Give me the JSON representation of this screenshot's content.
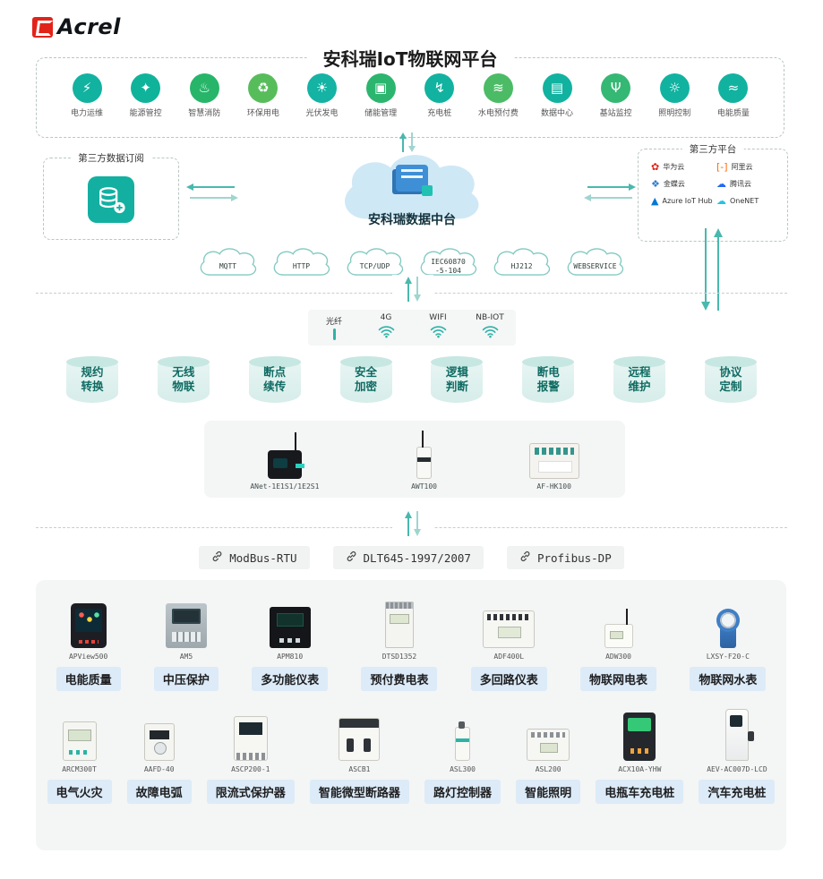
{
  "logo": {
    "brand": "Acrel"
  },
  "title": "安科瑞IoT物联网平台",
  "platform_icons": [
    {
      "label": "电力运维",
      "glyph": "⚡",
      "color": "#12b2a0"
    },
    {
      "label": "能源管控",
      "glyph": "✦",
      "color": "#0fb39a"
    },
    {
      "label": "智慧消防",
      "glyph": "♨",
      "color": "#27b56a"
    },
    {
      "label": "环保用电",
      "glyph": "♻",
      "color": "#57bd5b"
    },
    {
      "label": "光伏发电",
      "glyph": "☀",
      "color": "#14b3a4"
    },
    {
      "label": "储能管理",
      "glyph": "▣",
      "color": "#2cb56e"
    },
    {
      "label": "充电桩",
      "glyph": "↯",
      "color": "#12b2a0"
    },
    {
      "label": "水电预付费",
      "glyph": "≋",
      "color": "#4cbb66"
    },
    {
      "label": "数据中心",
      "glyph": "▤",
      "color": "#12b2a0"
    },
    {
      "label": "基站监控",
      "glyph": "Ψ",
      "color": "#35b874"
    },
    {
      "label": "照明控制",
      "glyph": "☼",
      "color": "#12b2a0"
    },
    {
      "label": "电能质量",
      "glyph": "≈",
      "color": "#12b2a0"
    }
  ],
  "left_box": {
    "title": "第三方数据订阅"
  },
  "center": {
    "label": "安科瑞数据中台"
  },
  "right_box": {
    "title": "第三方平台",
    "platforms": [
      {
        "name": "华为云",
        "glyph": "✿",
        "color": "#e2231a"
      },
      {
        "name": "阿里云",
        "glyph": "[-]",
        "color": "#ff6a00"
      },
      {
        "name": "金蝶云",
        "glyph": "❖",
        "color": "#2e7dd2"
      },
      {
        "name": "腾讯云",
        "glyph": "☁",
        "color": "#2468f2"
      },
      {
        "name": "Azure IoT Hub",
        "glyph": "▲",
        "color": "#0078d4"
      },
      {
        "name": "OneNET",
        "glyph": "☁",
        "color": "#22c3e6"
      }
    ]
  },
  "protocol_clouds": [
    {
      "lines": [
        "MQTT",
        ""
      ]
    },
    {
      "lines": [
        "HTTP",
        ""
      ]
    },
    {
      "lines": [
        "TCP/UDP",
        ""
      ]
    },
    {
      "lines": [
        "IEC60870",
        "-5-104"
      ]
    },
    {
      "lines": [
        "HJ212",
        ""
      ]
    },
    {
      "lines": [
        "WEBSERVICE",
        ""
      ]
    }
  ],
  "connectivity": [
    {
      "label": "光纤",
      "icon": "fiber"
    },
    {
      "label": "4G",
      "icon": "wifi"
    },
    {
      "label": "WIFI",
      "icon": "wifi"
    },
    {
      "label": "NB-IOT",
      "icon": "wifi"
    }
  ],
  "capabilities": [
    {
      "line1": "规约",
      "line2": "转换"
    },
    {
      "line1": "无线",
      "line2": "物联"
    },
    {
      "line1": "断点",
      "line2": "续传"
    },
    {
      "line1": "安全",
      "line2": "加密"
    },
    {
      "line1": "逻辑",
      "line2": "判断"
    },
    {
      "line1": "断电",
      "line2": "报警"
    },
    {
      "line1": "远程",
      "line2": "维护"
    },
    {
      "line1": "协议",
      "line2": "定制"
    }
  ],
  "gateways": [
    {
      "model": "ANet-1E1S1/1E2S1",
      "shape": "anet"
    },
    {
      "model": "AWT100",
      "shape": "awt"
    },
    {
      "model": "AF-HK100",
      "shape": "afhk"
    }
  ],
  "bus_protocols": [
    {
      "label": "ModBus-RTU"
    },
    {
      "label": "DLT645-1997/2007"
    },
    {
      "label": "Profibus-DP"
    }
  ],
  "products_row1": [
    {
      "model": "APView500",
      "label": "电能质量",
      "shape": "apview"
    },
    {
      "model": "AM5",
      "label": "中压保护",
      "shape": "am5"
    },
    {
      "model": "APM810",
      "label": "多功能仪表",
      "shape": "apm810"
    },
    {
      "model": "DTSD1352",
      "label": "预付费电表",
      "shape": "dtsd"
    },
    {
      "model": "ADF400L",
      "label": "多回路仪表",
      "shape": "adf"
    },
    {
      "model": "ADW300",
      "label": "物联网电表",
      "shape": "adw"
    },
    {
      "model": "LXSY-F20-C",
      "label": "物联网水表",
      "shape": "water"
    }
  ],
  "products_row2": [
    {
      "model": "ARCM300T",
      "label": "电气火灾",
      "shape": "arcm"
    },
    {
      "model": "AAFD-40",
      "label": "故障电弧",
      "shape": "aafd"
    },
    {
      "model": "ASCP200-1",
      "label": "限流式保护器",
      "shape": "ascp"
    },
    {
      "model": "ASCB1",
      "label": "智能微型断路器",
      "shape": "ascb"
    },
    {
      "model": "ASL300",
      "label": "路灯控制器",
      "shape": "asl300"
    },
    {
      "model": "ASL200",
      "label": "智能照明",
      "shape": "asl200"
    },
    {
      "model": "ACX10A-YHW",
      "label": "电瓶车充电桩",
      "shape": "acx"
    },
    {
      "model": "AEV-AC007D-LCD",
      "label": "汽车充电桩",
      "shape": "aev"
    }
  ],
  "colors": {
    "accent": "#14b3a4",
    "arrow": "#49b8ae",
    "arrow_light": "#9fd5cf",
    "chip_bg": "#dcebf7",
    "cloud_fill": "#cfe8f6"
  }
}
